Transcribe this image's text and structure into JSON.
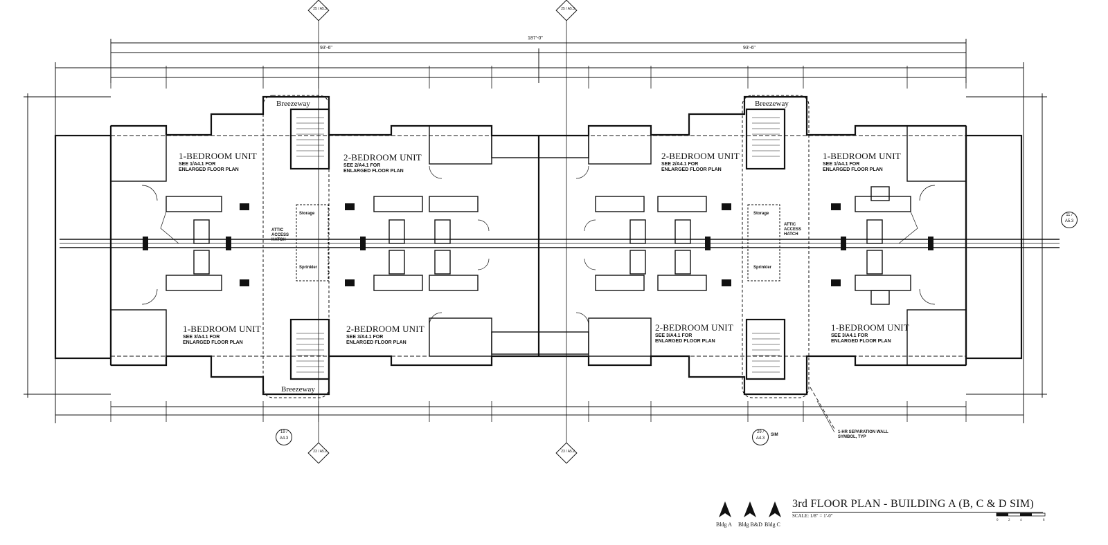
{
  "units": {
    "one_bed_title": "1-BEDROOM UNIT",
    "one_bed_note_a_1": "SEE 1/A4.1 FOR",
    "one_bed_note_b_1": "SEE 3/A4.1 FOR",
    "two_bed_title": "2-BEDROOM UNIT",
    "two_bed_note_a_1": "SEE 2/A4.1 FOR",
    "two_bed_note_b_1": "SEE 3/A4.1 FOR",
    "enlarged": "ENLARGED FLOOR PLAN"
  },
  "breezeway": "Breezeway",
  "attic": "ATTIC ACCESS HATCH",
  "storage": "Storage",
  "sprinkler": "Sprinkler",
  "separation_note": "1-HR SEPARATION WALL SYMBOL, TYP",
  "overall_dim": "187'-0\"",
  "half_dim_left": "93'-6\"",
  "half_dim_right": "93'-6\"",
  "bubbles": {
    "top_left": "25 / A5.3",
    "top_right": "25 / A5.3",
    "bottom_left": "23 / A5.2",
    "bottom_right": "23 / A5.2",
    "left_section": "19 / A4.3",
    "right_section": "29 / A4.3",
    "east_marker": "11 / A5.3",
    "sim": "SIM"
  },
  "title_block": {
    "title": "3rd FLOOR PLAN - BUILDING A (B, C & D SIM)",
    "scale": "SCALE: 1/8\" = 1'-0\"",
    "north_labels": [
      "Bldg A",
      "Bldg B&D",
      "Bldg C"
    ],
    "scale_ticks": [
      "0",
      "2",
      "4",
      "8"
    ]
  },
  "colors": {
    "ink": "#111111",
    "paper": "#ffffff"
  }
}
